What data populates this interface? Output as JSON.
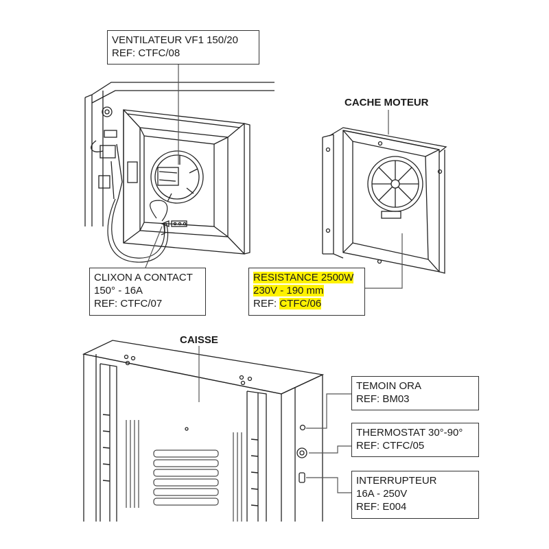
{
  "labels": {
    "ventilateur": {
      "line1": "VENTILATEUR VF1 150/20",
      "line2": "REF: CTFC/08"
    },
    "clixon": {
      "line1": "CLIXON A CONTACT",
      "line2": "150° - 16A",
      "line3": "REF: CTFC/07"
    },
    "resistance": {
      "line1": "RESISTANCE 2500W",
      "line2": "230V - 190 mm",
      "line3_prefix": "REF: ",
      "line3_ref": "CTFC/06"
    },
    "temoin": {
      "line1": "TEMOIN ORA",
      "line2": "REF: BM03"
    },
    "thermostat": {
      "line1": "THERMOSTAT 30°-90°",
      "line2": "REF: CTFC/05"
    },
    "interrupteur": {
      "line1": "INTERRUPTEUR",
      "line2": "16A - 250V",
      "line3": "REF: E004"
    }
  },
  "titles": {
    "cache_moteur": "CACHE MOTEUR",
    "caisse": "CAISSE"
  },
  "colors": {
    "highlight": "#fff200",
    "line": "#333333"
  }
}
